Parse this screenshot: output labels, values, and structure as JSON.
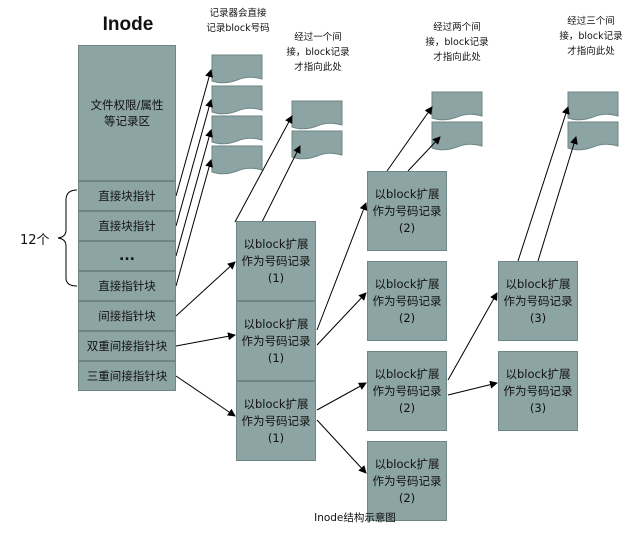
{
  "title": "Inode",
  "caption": "Inode结构示意图",
  "group_label": "12个",
  "inode": {
    "attributes": "文件权限/属性等记录区",
    "direct1": "直接块指针",
    "direct2": "直接块指针",
    "ellipsis": "...",
    "direct_last": "直接指针块",
    "indirect": "间接指针块",
    "double": "双重间接指针块",
    "triple": "三重间接指针块"
  },
  "boxes": {
    "l1a": "以block扩展作为号码记录(1)",
    "l1b": "以block扩展作为号码记录(1)",
    "l1c": "以block扩展作为号码记录(1)",
    "l2a": "以block扩展作为号码记录(2)",
    "l2b": "以block扩展作为号码记录(2)",
    "l2c": "以block扩展作为号码记录(2)",
    "l2d": "以block扩展作为号码记录(2)",
    "l3a": "以block扩展作为号码记录(3)",
    "l3b": "以block扩展作为号码记录(3)"
  },
  "notes": {
    "direct": "记录器会直接记录block号码",
    "one": "经过一个间接，block记录才指向此处",
    "two": "经过两个间接，block记录才指向此处",
    "three": "经过三个间接，block记录才指向此处"
  },
  "colors": {
    "fill": "#8da4a4",
    "stroke": "#6e8686",
    "line": "#000000"
  }
}
